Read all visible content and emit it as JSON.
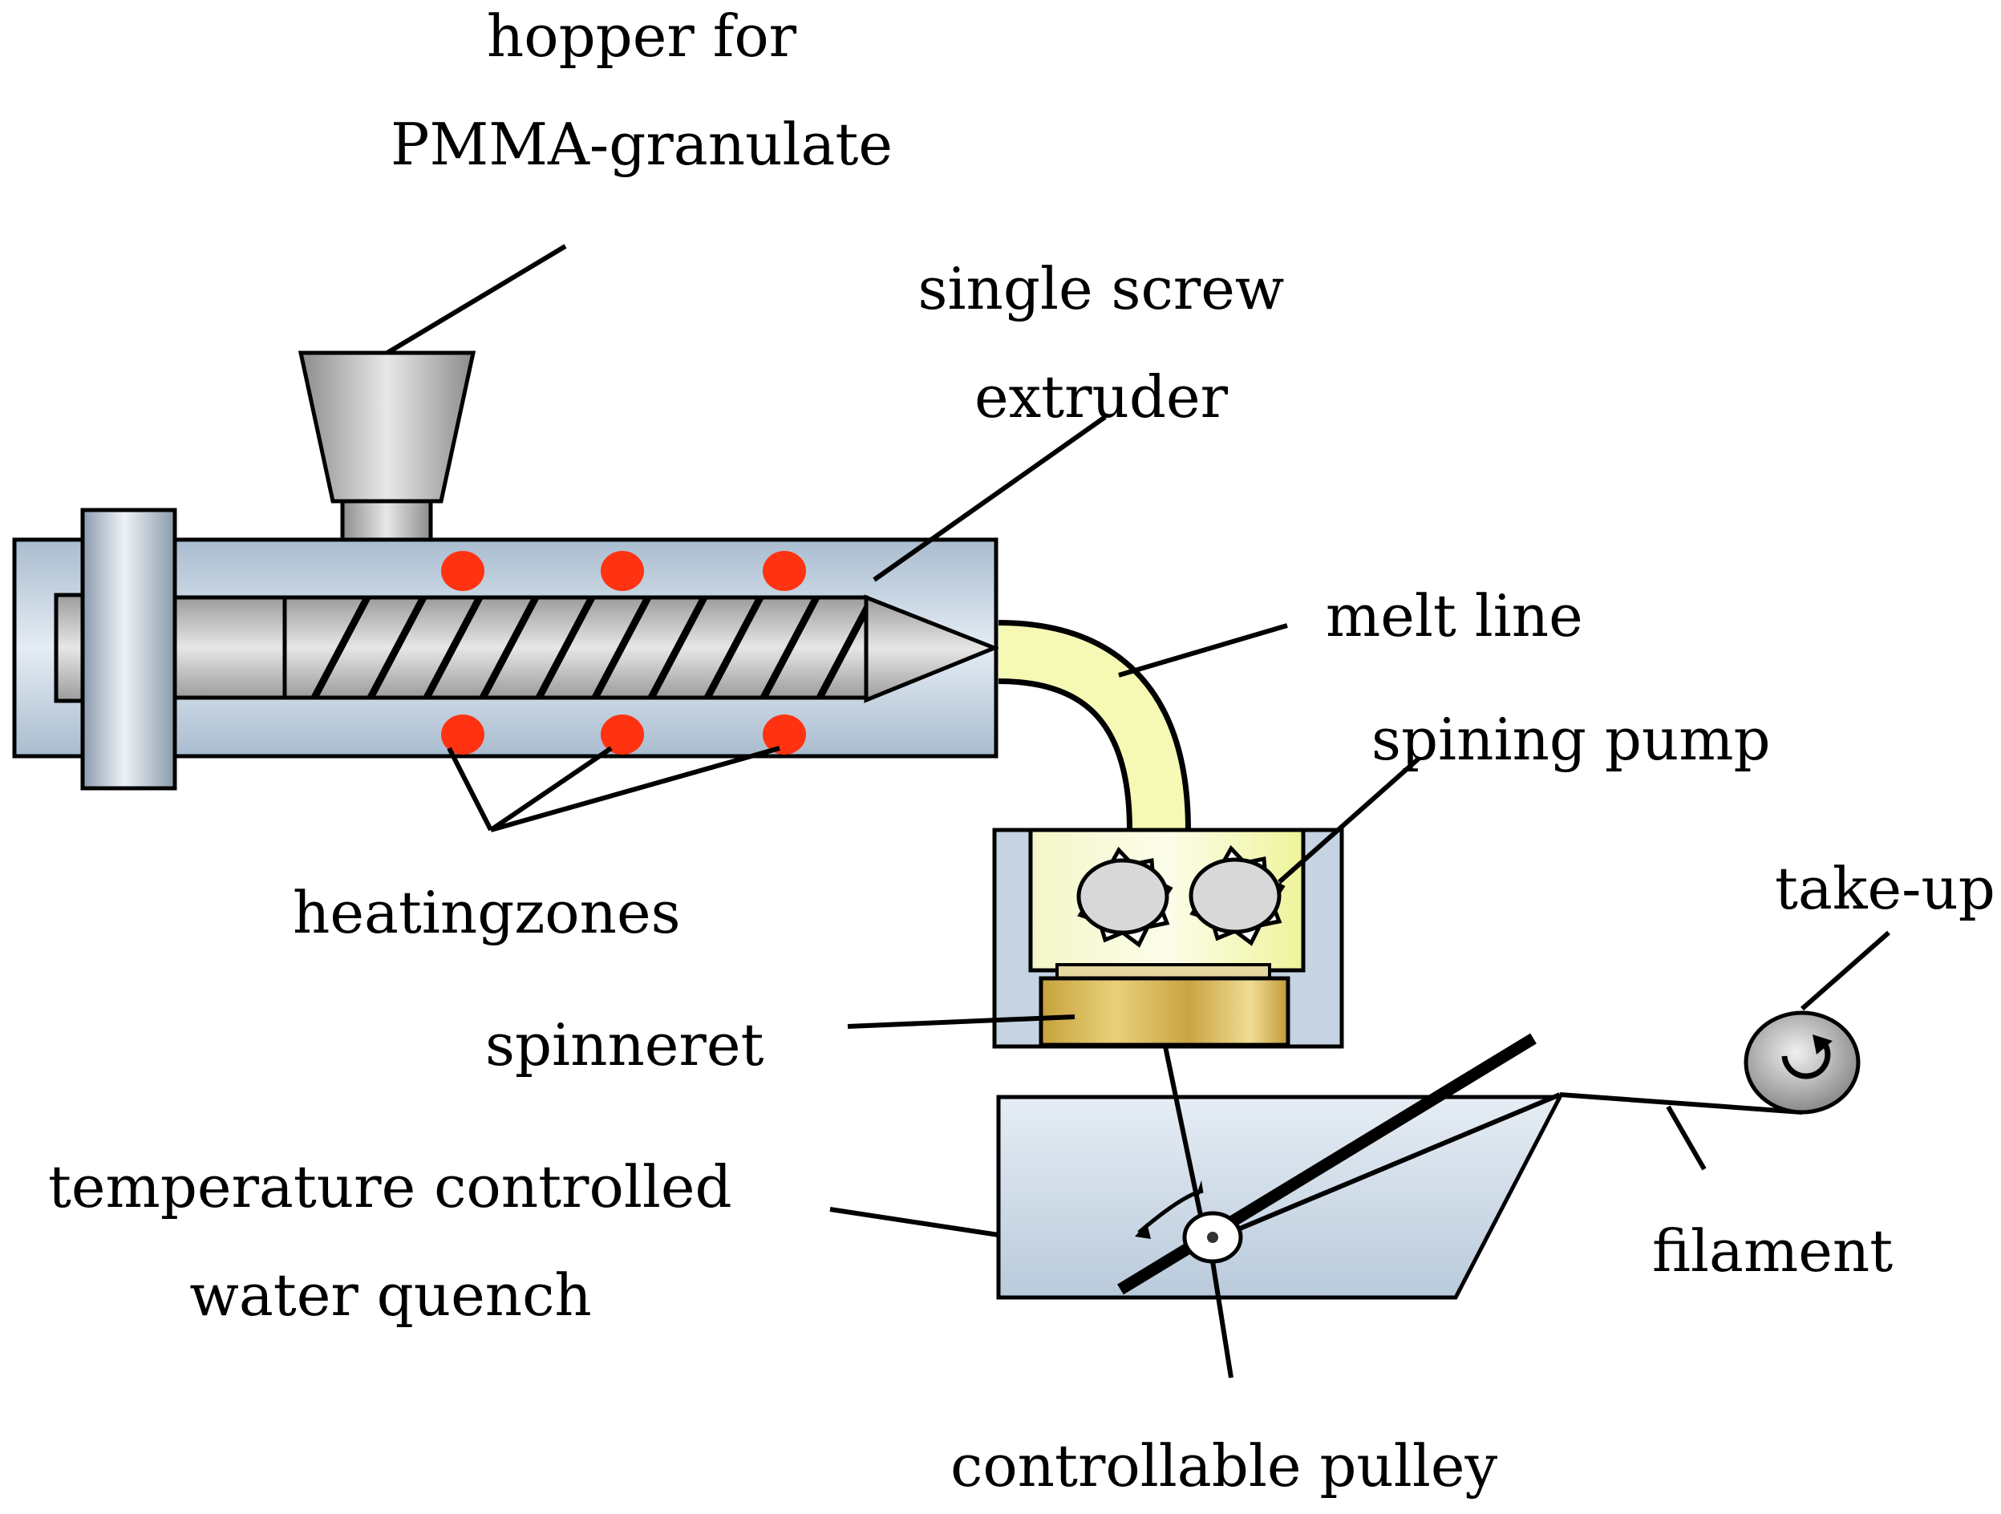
{
  "labels": {
    "hopper_line1": "hopper for",
    "hopper_line2": "PMMA-granulate",
    "extruder_line1": "single screw",
    "extruder_line2": "extruder",
    "melt_line": "melt line",
    "spinning_pump": "spining pump",
    "heating_zones": "heatingzones",
    "take_up": "take-up",
    "spinneret": "spinneret",
    "quench_line1": "temperature controlled",
    "quench_line2": "water quench",
    "filament": "filament",
    "pulley": "controllable pulley"
  },
  "colors": {
    "barrel": "#c8d6e4",
    "heater": "#ff3311",
    "melt_line": "#f6f9b4",
    "pump_fill": "#f7fbb0",
    "spinneret": "#d4b04a",
    "quench": "#d2deea",
    "gray": "#c4c4c4"
  }
}
